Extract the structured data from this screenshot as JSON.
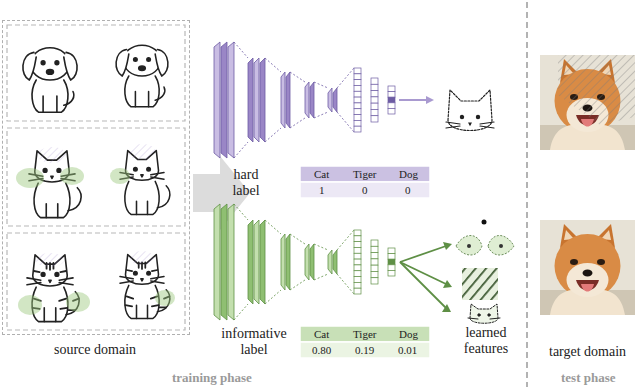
{
  "diagram": {
    "nodes": [
      {
        "text": [
          "source domain"
        ]
      }
    ],
    "labels": [
      "hard label",
      "Cat",
      "Tiger",
      "Dog",
      "1",
      "0",
      "0",
      "informative label",
      "Cat",
      "Tiger",
      "Dog",
      "0.80",
      "0.19",
      "0.01",
      "learned features",
      "target domain",
      "training phase",
      "test phase"
    ]
  }
}
